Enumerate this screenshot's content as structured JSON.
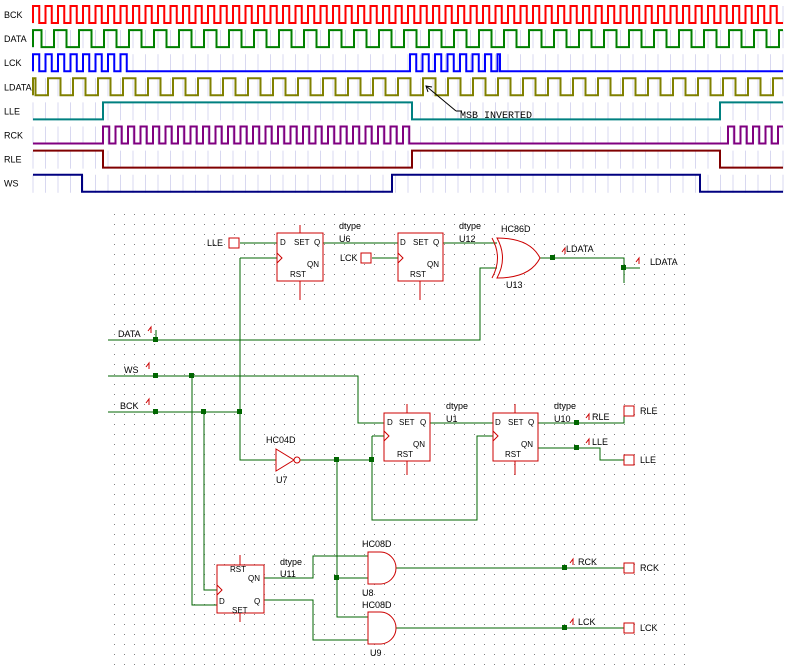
{
  "timing": {
    "signals": [
      {
        "name": "BCK",
        "color": "#ff0000"
      },
      {
        "name": "DATA",
        "color": "#008000"
      },
      {
        "name": "LCK",
        "color": "#0000ff"
      },
      {
        "name": "LDATA",
        "color": "#808000"
      },
      {
        "name": "LLE",
        "color": "#008080"
      },
      {
        "name": "RCK",
        "color": "#800080"
      },
      {
        "name": "RLE",
        "color": "#800000"
      },
      {
        "name": "WS",
        "color": "#000080"
      }
    ],
    "annotation": "MSB INVERTED"
  },
  "schematic": {
    "ports": {
      "lle_in": "LLE",
      "lck_in": "LCK",
      "data_in": "DATA",
      "ws_in": "WS",
      "bck_in": "BCK",
      "ldata_net": "LDATA",
      "ldata_out": "LDATA",
      "rle_net": "RLE",
      "rle_out": "RLE",
      "lle_net": "LLE",
      "lle_out": "LLE",
      "rck_net": "RCK",
      "rck_out": "RCK",
      "lck_net": "LCK",
      "lck_out": "LCK"
    },
    "flipflops": {
      "u6": {
        "type": "dtype",
        "ref": "U6"
      },
      "u12": {
        "type": "dtype",
        "ref": "U12"
      },
      "u1": {
        "type": "dtype",
        "ref": "U1"
      },
      "u10": {
        "type": "dtype",
        "ref": "U10"
      },
      "u11": {
        "type": "dtype",
        "ref": "U11"
      }
    },
    "pins": {
      "d": "D",
      "set": "SET",
      "q": "Q",
      "qn": "QN",
      "rst": "RST"
    },
    "gates": {
      "u13": {
        "type": "HC86D",
        "ref": "U13"
      },
      "u7": {
        "type": "HC04D",
        "ref": "U7"
      },
      "u8": {
        "type": "HC08D",
        "ref": "U8"
      },
      "u9": {
        "type": "HC08D",
        "ref": "U9"
      }
    }
  },
  "colors": {
    "part": "#cc0000",
    "wire": "#006600",
    "grid": "#808080"
  }
}
